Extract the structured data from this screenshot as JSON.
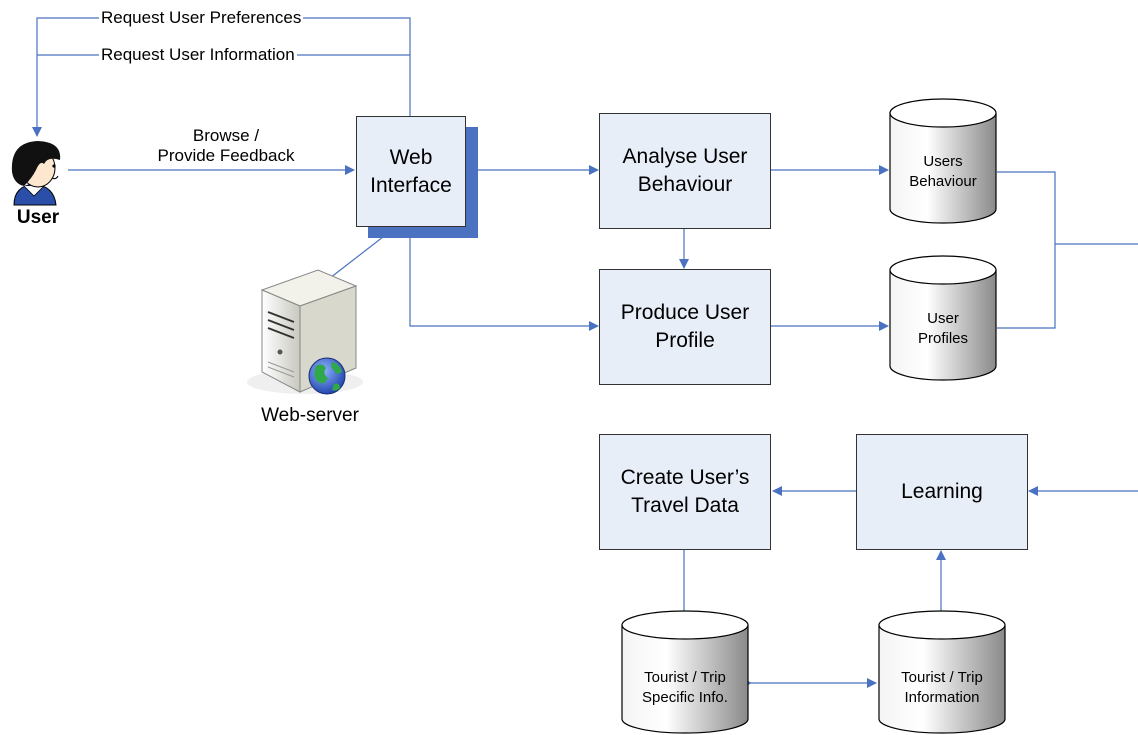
{
  "labels": {
    "request_preferences": "Request User Preferences",
    "request_information": "Request User Information",
    "browse_line1": "Browse /",
    "browse_line2": "Provide Feedback",
    "user": "User",
    "web_server": "Web-server"
  },
  "boxes": {
    "web_interface": {
      "line1": "Web",
      "line2": "Interface"
    },
    "analyse": {
      "line1": "Analyse User",
      "line2": "Behaviour"
    },
    "produce": {
      "line1": "Produce User",
      "line2": "Profile"
    },
    "create": {
      "line1": "Create User’s",
      "line2": "Travel Data"
    },
    "learning": {
      "line1": "Learning"
    }
  },
  "databases": {
    "users_behaviour": {
      "line1": "Users",
      "line2": "Behaviour"
    },
    "user_profiles": {
      "line1": "User",
      "line2": "Profiles"
    },
    "tourist_specific": {
      "line1": "Tourist / Trip",
      "line2": "Specific Info."
    },
    "tourist_information": {
      "line1": "Tourist / Trip",
      "line2": "Information"
    }
  },
  "colors": {
    "connector": "#4a72c0",
    "box_fill": "#e8eef8",
    "shadow": "#4a72c0",
    "cylinder_light": "#ffffff",
    "cylinder_dark": "#8a8a8a"
  },
  "icons": {
    "user": "user-person-icon",
    "server": "web-server-globe-icon"
  }
}
